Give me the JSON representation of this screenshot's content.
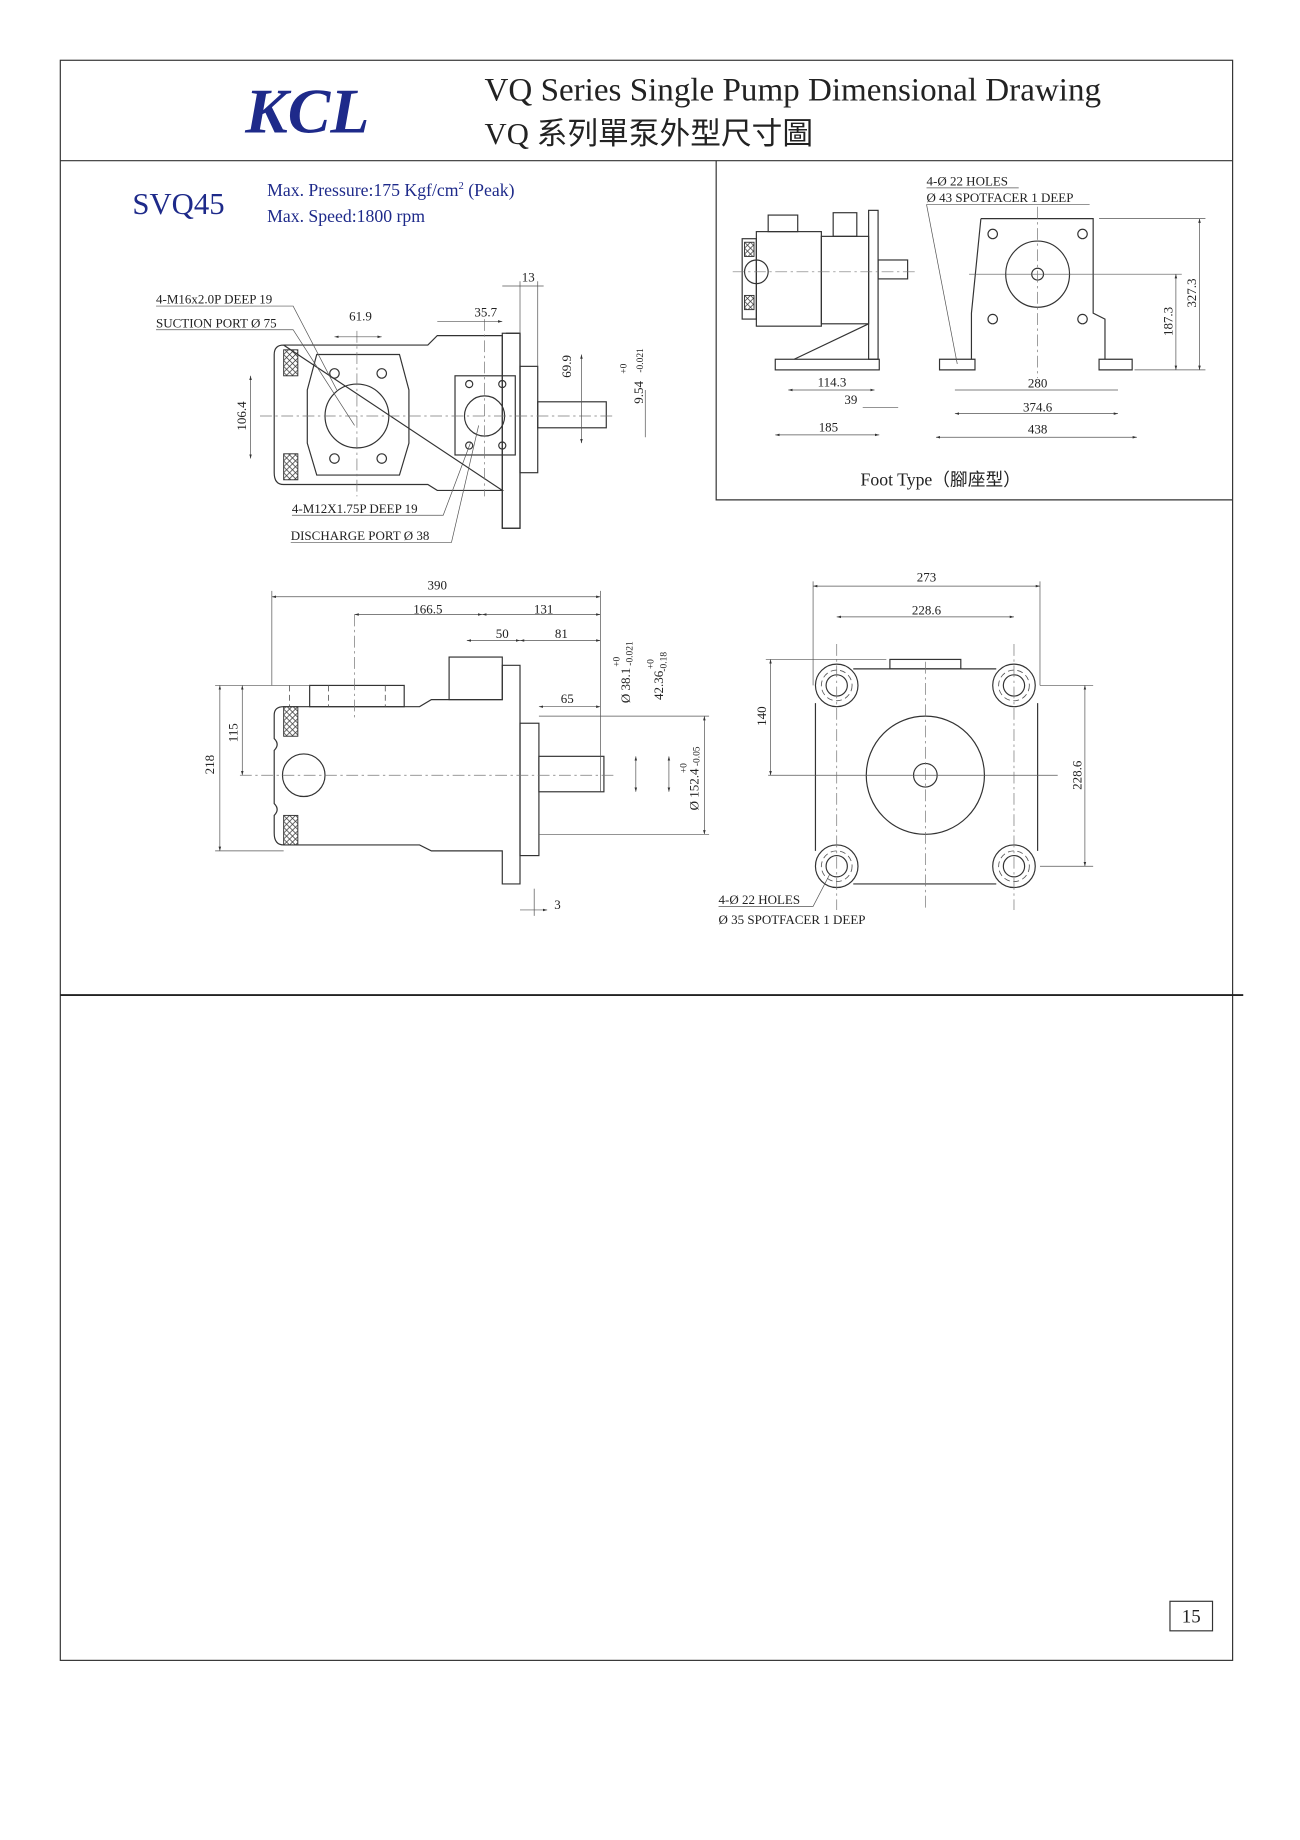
{
  "header": {
    "logo": "KCL",
    "title_en": "VQ Series Single  Pump Dimensional Drawing",
    "title_zh": "VQ 系列單泵外型尺寸圖"
  },
  "model": {
    "name": "SVQ45",
    "pressure": "Max. Pressure:175 Kgf/cm",
    "pressure_sup": "2",
    "pressure_suffix": " (Peak)",
    "speed": "Max. Speed:1800 rpm"
  },
  "top_view": {
    "note_1": "4-M16x2.0P  DEEP 19",
    "note_2": "SUCTION PORT Ø 75",
    "note_3": "4-M12X1.75P  DEEP 19",
    "note_4": "DISCHARGE PORT Ø 38",
    "dims": {
      "d13": "13",
      "d61_9": "61.9",
      "d35_7": "35.7",
      "d69_9": "69.9",
      "d9_54": "9.54",
      "tol_9_54_up": "+0",
      "tol_9_54_lo": "-0.021",
      "d106_4": "106.4"
    }
  },
  "foot_view": {
    "note_1": "4-Ø 22 HOLES",
    "note_2": "Ø 43 SPOTFACER 1 DEEP",
    "caption": "Foot Type（腳座型）",
    "dims": {
      "d114_3": "114.3",
      "d39": "39",
      "d185": "185",
      "d280": "280",
      "d374_6": "374.6",
      "d438": "438",
      "d187_3": "187.3",
      "d327_3": "327.3"
    }
  },
  "side_view": {
    "dims": {
      "d390": "390",
      "d166_5": "166.5",
      "d131": "131",
      "d50": "50",
      "d81": "81",
      "d65": "65",
      "d218": "218",
      "d115": "115",
      "d3": "3",
      "d38_1": "Ø 38.1",
      "tol_38_1_up": "+0",
      "tol_38_1_lo": "-0.021",
      "d42_36": "42.36",
      "tol_42_36_up": "+0",
      "tol_42_36_lo": "-0.18",
      "d152_4": "Ø 152.4",
      "tol_152_4_up": "+0",
      "tol_152_4_lo": "-0.05"
    }
  },
  "front_view": {
    "note_1": "4-Ø 22 HOLES",
    "note_2": "Ø 35 SPOTFACER 1 DEEP",
    "dims": {
      "d273": "273",
      "d228_6_h": "228.6",
      "d140": "140",
      "d228_6_v": "228.6"
    }
  },
  "page_number": "15",
  "colors": {
    "brand": "#1e2a8a",
    "line": "#333333"
  }
}
